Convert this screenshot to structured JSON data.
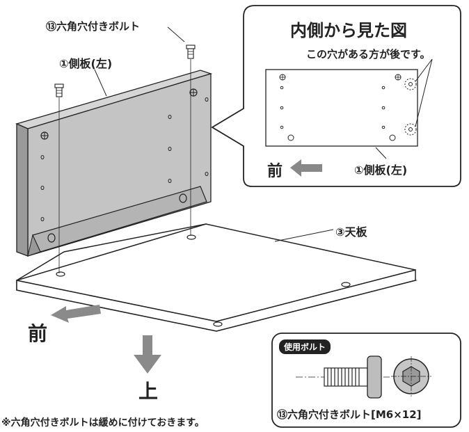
{
  "labels": {
    "bolt_callout": "⑬六角穴付きボルト",
    "side_panel_left": "①側板(左)",
    "inside_view_title": "内側から見た図",
    "hole_back_note": "この穴がある方が後です。",
    "front_inset": "前",
    "side_panel_inset": "①側板(左)",
    "top_board": "③天板",
    "front_main": "前",
    "up_main": "上",
    "bolt_used_badge": "使用ボルト",
    "bolt_spec": "⑬六角穴付きボルト[M6×12]",
    "note_loose": "※六角穴付きボルトは緩めに付けておきます。"
  },
  "colors": {
    "panel_gray": "#c2c2c2",
    "panel_dark": "#8c8c8c",
    "line": "#222222",
    "board": "#ffffff"
  }
}
